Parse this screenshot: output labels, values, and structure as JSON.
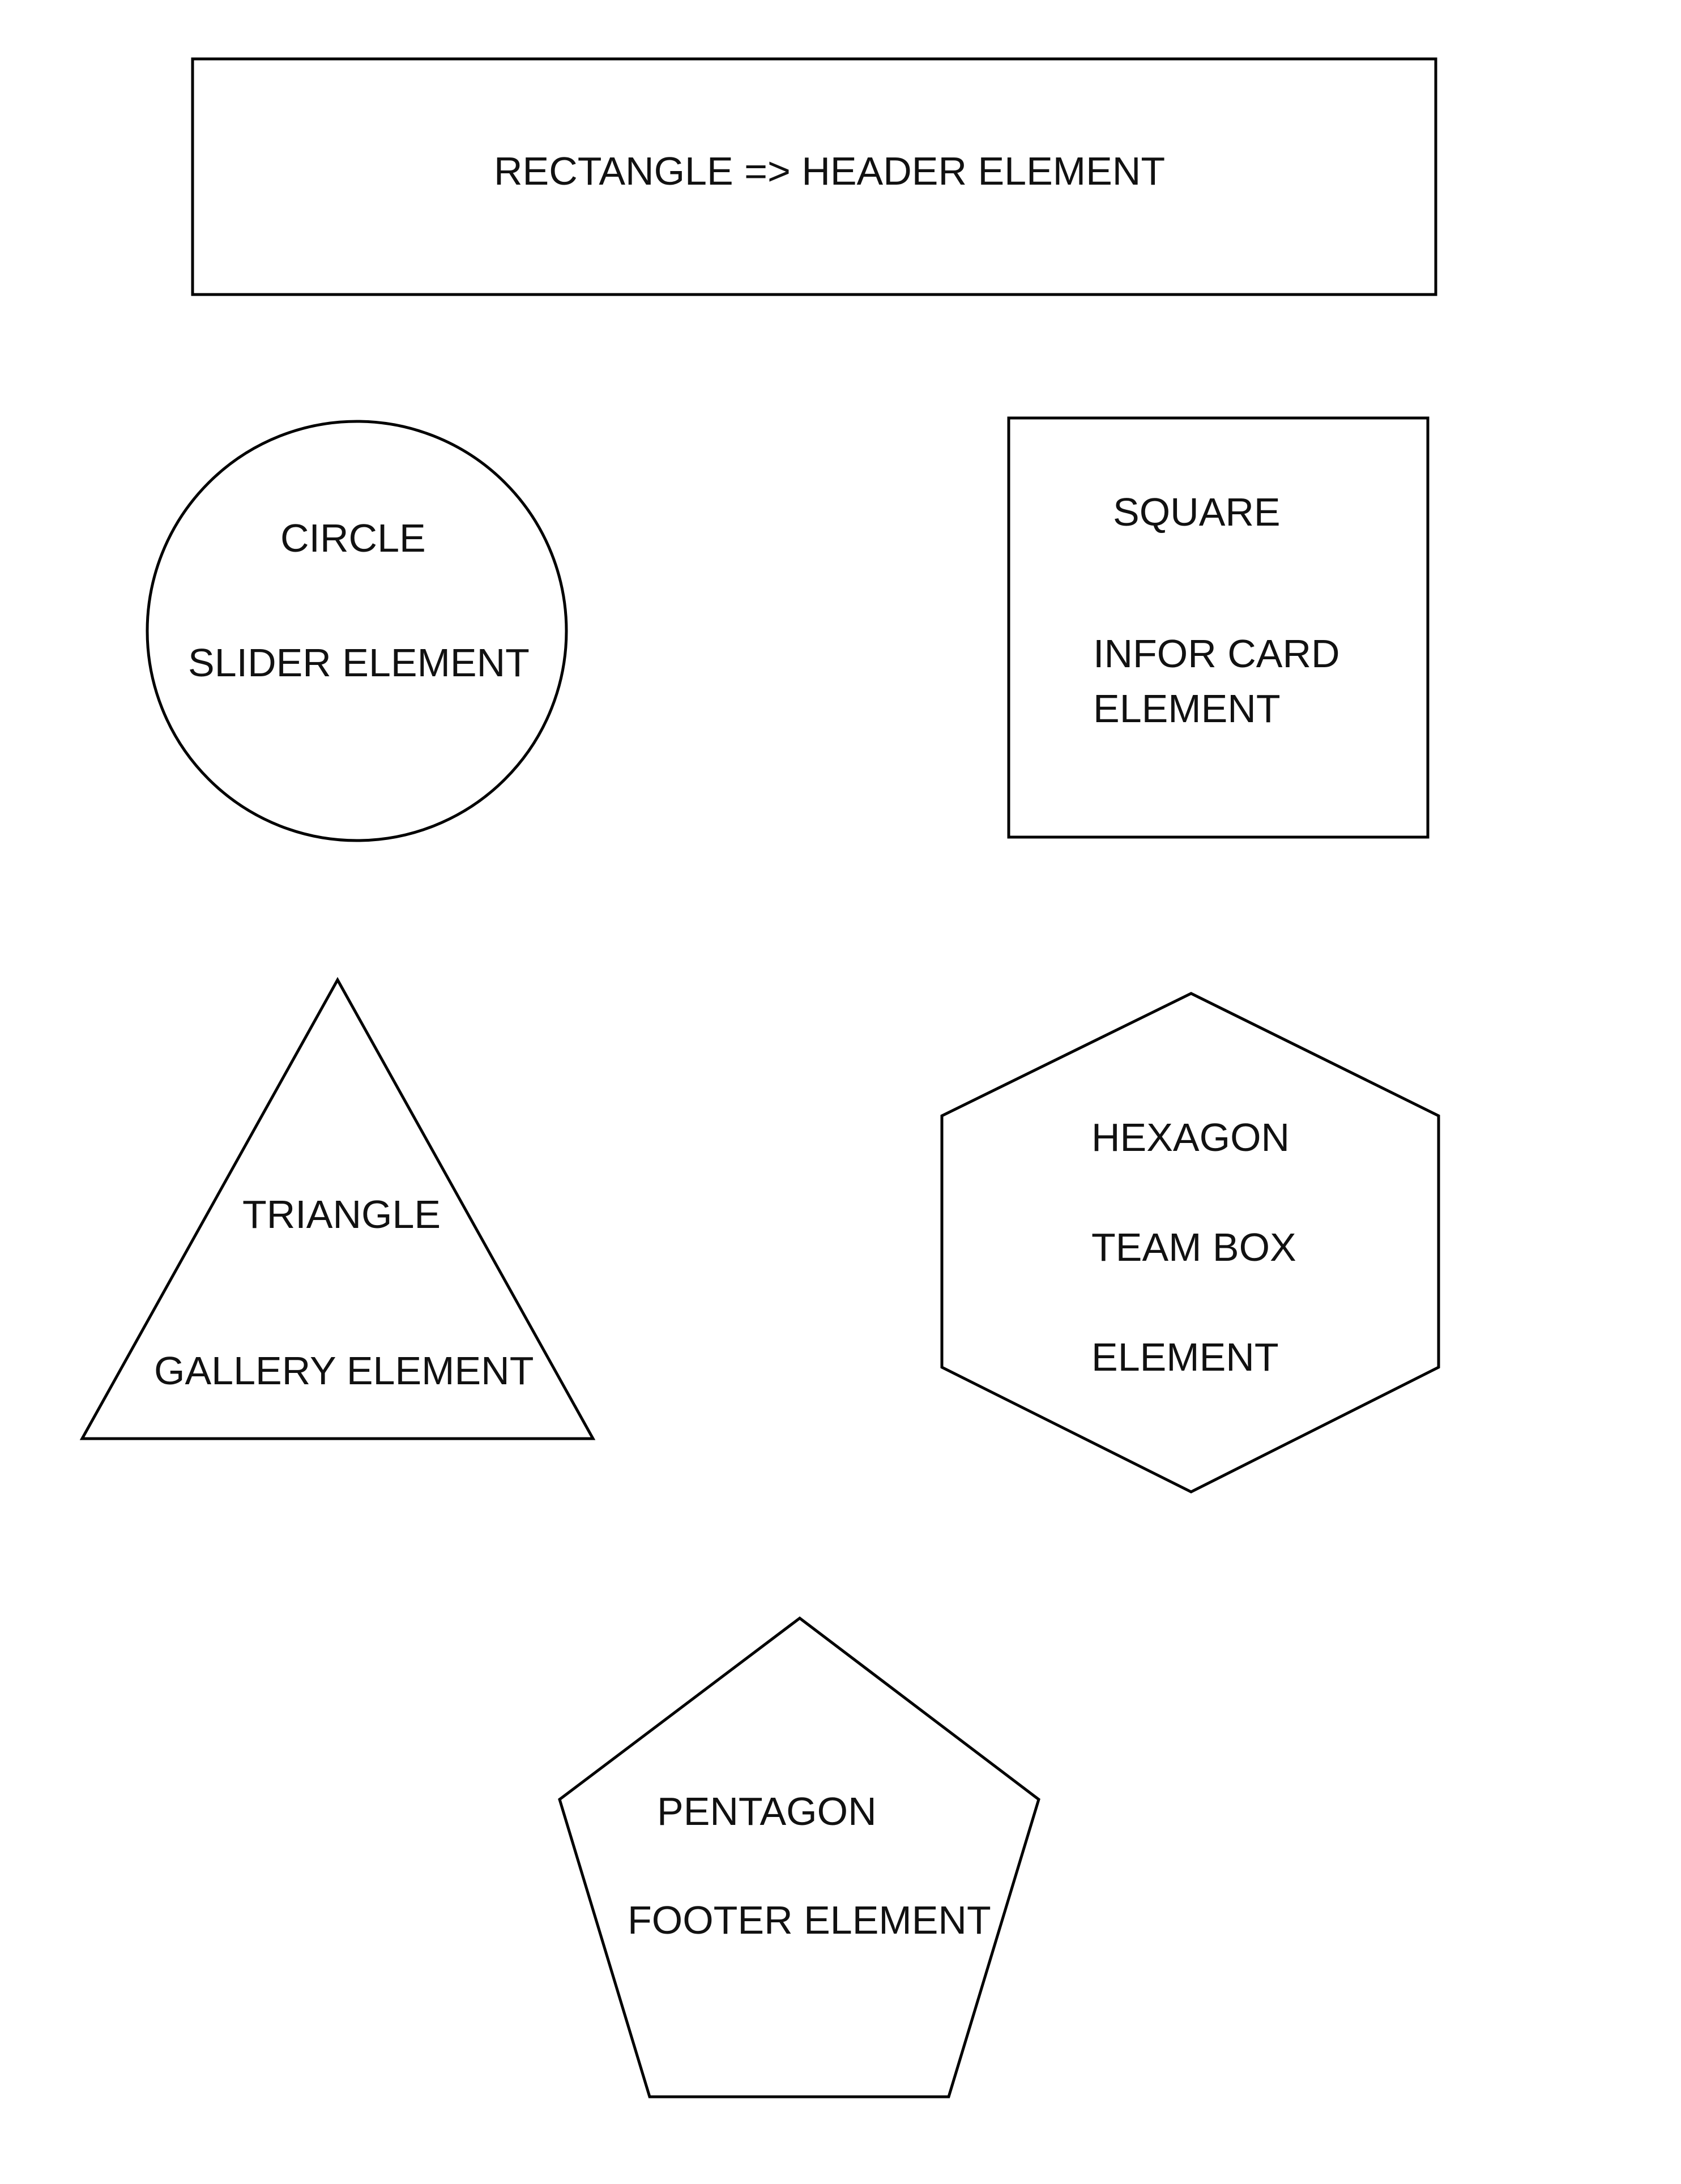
{
  "colors": {
    "background": "#ffffff",
    "stroke": "#000000",
    "text": "#111111"
  },
  "shapes": {
    "rectangle": {
      "line1": "RECTANGLE => HEADER ELEMENT"
    },
    "circle": {
      "line1": "CIRCLE",
      "line2": "SLIDER ELEMENT"
    },
    "square": {
      "line1": "SQUARE",
      "line2": "INFOR CARD",
      "line3": "ELEMENT"
    },
    "triangle": {
      "line1": "TRIANGLE",
      "line2": "GALLERY ELEMENT"
    },
    "hexagon": {
      "line1": "HEXAGON",
      "line2": "TEAM BOX",
      "line3": "ELEMENT"
    },
    "pentagon": {
      "line1": "PENTAGON",
      "line2": "FOOTER ELEMENT"
    }
  }
}
